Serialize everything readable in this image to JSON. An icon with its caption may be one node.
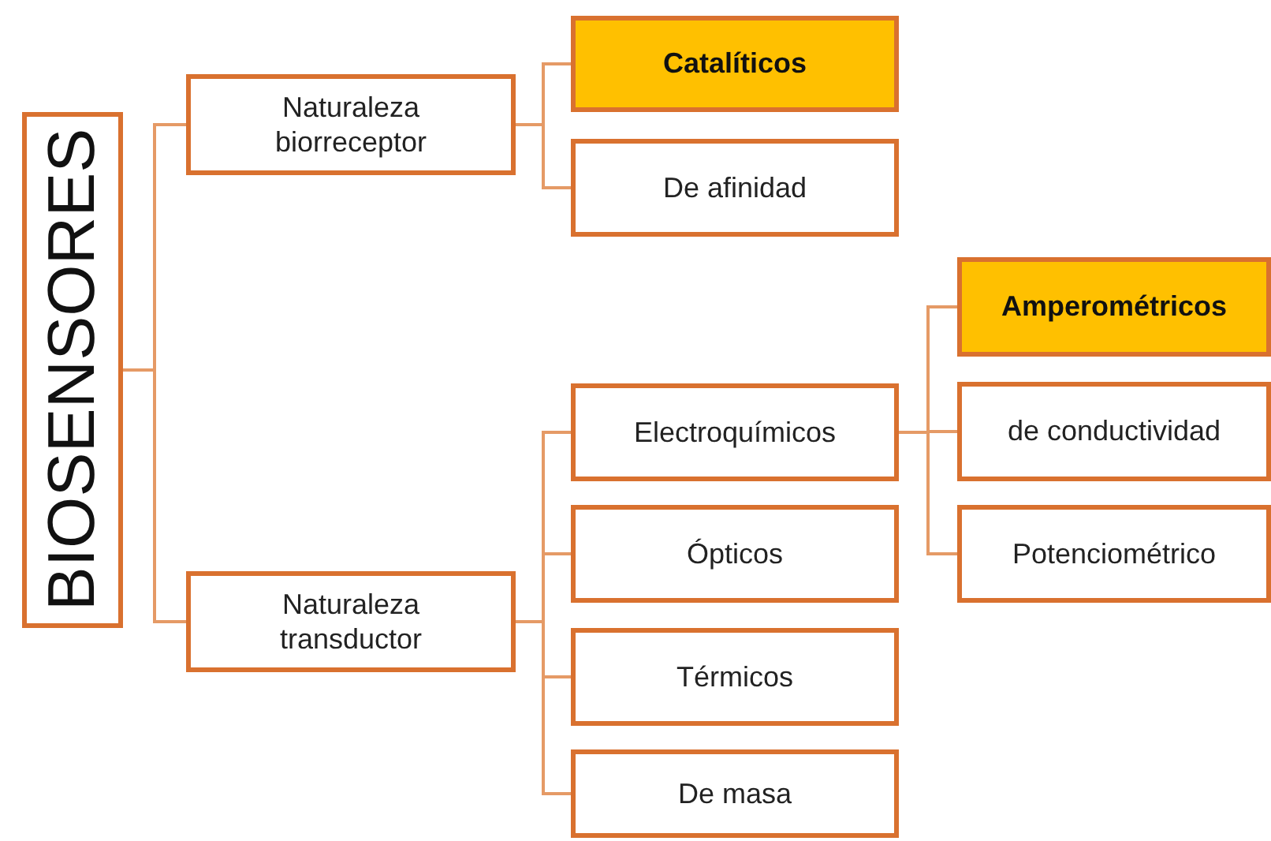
{
  "diagram": {
    "nodes": [
      {
        "text": [
          "BIOSENSORES"
        ]
      },
      {
        "text": [
          "Naturaleza biorreceptor"
        ]
      },
      {
        "text": [
          "Naturaleza transductor"
        ]
      },
      {
        "text": [
          "Catalíticos"
        ]
      },
      {
        "text": [
          "De afinidad"
        ]
      },
      {
        "text": [
          "Electroquímicos"
        ]
      },
      {
        "text": [
          "Ópticos"
        ]
      },
      {
        "text": [
          "Térmicos"
        ]
      },
      {
        "text": [
          "De masa"
        ]
      },
      {
        "text": [
          "Amperométricos"
        ]
      },
      {
        "text": [
          "de conductividad"
        ]
      },
      {
        "text": [
          "Potenciométrico"
        ]
      }
    ],
    "edges": [
      {
        "from": 0,
        "to": 1,
        "arrow": "none"
      },
      {
        "from": 0,
        "to": 2,
        "arrow": "none"
      },
      {
        "from": 1,
        "to": 3,
        "arrow": "none"
      },
      {
        "from": 1,
        "to": 4,
        "arrow": "none"
      },
      {
        "from": 2,
        "to": 5,
        "arrow": "none"
      },
      {
        "from": 2,
        "to": 6,
        "arrow": "none"
      },
      {
        "from": 2,
        "to": 7,
        "arrow": "none"
      },
      {
        "from": 2,
        "to": 8,
        "arrow": "none"
      },
      {
        "from": 5,
        "to": 9,
        "arrow": "none"
      },
      {
        "from": 5,
        "to": 10,
        "arrow": "none"
      },
      {
        "from": 5,
        "to": 11,
        "arrow": "none"
      }
    ]
  }
}
